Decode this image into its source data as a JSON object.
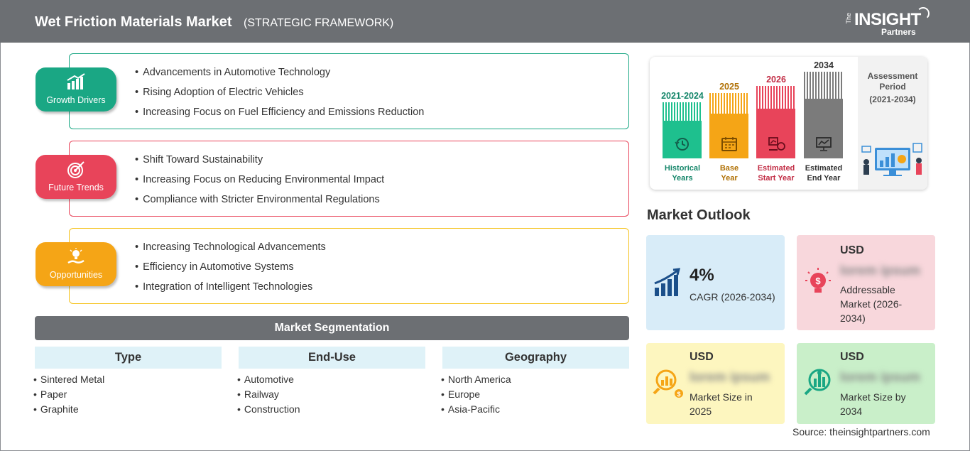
{
  "header": {
    "title": "Wet Friction Materials Market",
    "subtitle": "(STRATEGIC FRAMEWORK)",
    "logo": {
      "the": "The",
      "insight": "INSIGHT",
      "partners": "Partners"
    }
  },
  "framework": [
    {
      "label": "Growth Drivers",
      "color": "#1aa784",
      "icon": "bar-growth-icon",
      "items": [
        "Advancements in Automotive Technology",
        "Rising Adoption of Electric Vehicles",
        "Increasing Focus on Fuel Efficiency and Emissions Reduction"
      ]
    },
    {
      "label": "Future Trends",
      "color": "#e8445a",
      "icon": "target-icon",
      "items": [
        "Shift Toward Sustainability",
        "Increasing Focus on Reducing Environmental Impact",
        "Compliance with Stricter Environmental Regulations"
      ]
    },
    {
      "label": "Opportunities",
      "color": "#f5a516",
      "icon": "lightbulb-hand-icon",
      "items": [
        "Increasing Technological Advancements",
        "Efficiency in Automotive Systems",
        "Integration of Intelligent Technologies"
      ]
    }
  ],
  "segmentation": {
    "title": "Market Segmentation",
    "columns": [
      {
        "heading": "Type",
        "items": [
          "Sintered Metal",
          "Paper",
          "Graphite"
        ]
      },
      {
        "heading": "End-Use",
        "items": [
          "Automotive",
          "Railway",
          "Construction"
        ]
      },
      {
        "heading": "Geography",
        "items": [
          "North America",
          "Europe",
          "Asia-Pacific"
        ]
      }
    ]
  },
  "timeline": {
    "periods": [
      {
        "year": "2021-2024",
        "caption": [
          "Historical",
          "Years"
        ],
        "color": "#1ec08e",
        "year_color": "#15866a",
        "icon": "history-icon"
      },
      {
        "year": "2025",
        "caption": [
          "Base",
          "Year"
        ],
        "color": "#f5a516",
        "year_color": "#b07106",
        "icon": "calendar-icon"
      },
      {
        "year": "2026",
        "caption": [
          "Estimated",
          "Start Year"
        ],
        "color": "#e8445a",
        "year_color": "#c22d45",
        "icon": "start-chart-icon"
      },
      {
        "year": "2034",
        "caption": [
          "Estimated",
          "End Year"
        ],
        "color": "#7b7b7b",
        "year_color": "#333333",
        "icon": "monitor-chart-icon"
      }
    ],
    "assessment": {
      "title": [
        "Assessment",
        "Period"
      ],
      "range": "(2021-2034)"
    }
  },
  "outlook": {
    "title": "Market Outlook",
    "cagr": {
      "value": "4%",
      "label": "CAGR (2026-2034)",
      "bg": "#d8ecf8",
      "icon": "growth-arrow-icon"
    },
    "addressable": {
      "currency": "USD",
      "value": "lorem ipsum",
      "label": [
        "Addressable",
        "Market (2026-",
        "2034)"
      ],
      "bg": "#f8d7dc",
      "icon": "dollar-bulb-icon"
    },
    "size_2025": {
      "currency": "USD",
      "value": "lorem ipsum",
      "label": [
        "Market Size in",
        "2025"
      ],
      "bg": "#fdf6bf",
      "icon": "magnifier-chart-icon"
    },
    "size_2034": {
      "currency": "USD",
      "value": "lorem ipsum",
      "label": [
        "Market Size by",
        "2034"
      ],
      "bg": "#c9efc9",
      "icon": "magnifier-bars-icon"
    }
  },
  "source": "Source: theinsightpartners.com"
}
